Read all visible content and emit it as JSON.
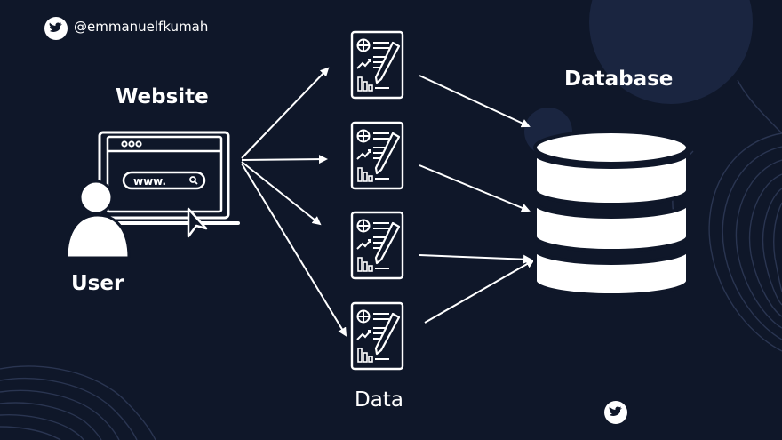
{
  "header": {
    "handle": "@emmanuelfkumah"
  },
  "diagram": {
    "website_label": "Website",
    "user_label": "User",
    "database_label": "Database",
    "data_label": "Data",
    "url_bar_text": "www."
  },
  "icons": {
    "top_left": "twitter-bird-icon",
    "bottom_right": "twitter-bird-icon",
    "documents": "report-document-icon",
    "database": "database-cylinder-icon"
  },
  "colors": {
    "background": "#0f1729",
    "foreground": "#ffffff",
    "decor_circle": "#1a2540",
    "decor_lines": "#2a3551"
  }
}
